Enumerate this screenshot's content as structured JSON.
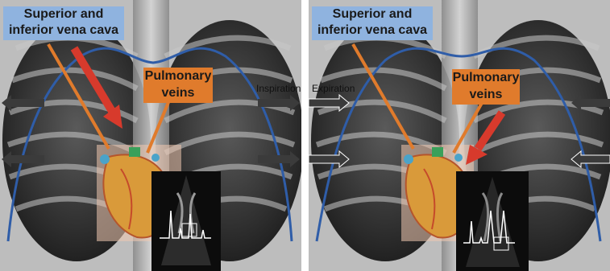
{
  "panels": [
    {
      "phase": "Inspiration",
      "vena_cava_label": [
        "Superior and",
        "inferior vena cava"
      ],
      "pulmonary_label": [
        "Pulmonary",
        "veins"
      ]
    },
    {
      "phase": "Expiration",
      "vena_cava_label": [
        "Superior and",
        "inferior vena cava"
      ],
      "pulmonary_label": [
        "Pulmonary",
        "veins"
      ]
    }
  ],
  "colors": {
    "vena_cava_box": "#8fb3df",
    "pulmonary_box": "#e07b2c",
    "thorax_outline": "#2f5da8",
    "red_arrow": "#d73a2c",
    "chest_arrow": "#3b3b3b"
  }
}
